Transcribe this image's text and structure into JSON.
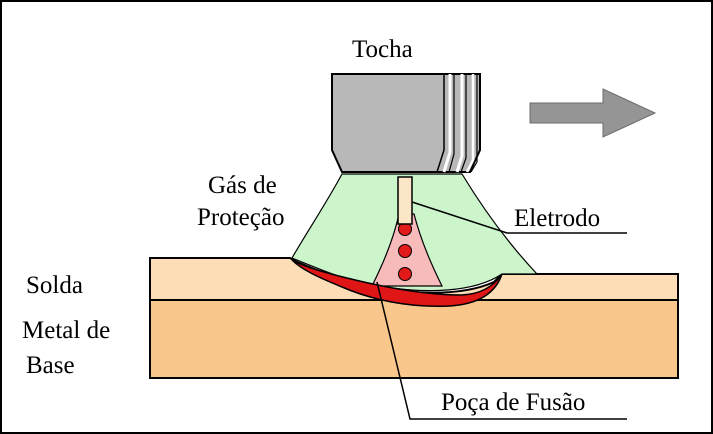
{
  "labels": {
    "torch": "Tocha",
    "shield_gas_line1": "Gás de",
    "shield_gas_line2": "Proteção",
    "electrode": "Eletrodo",
    "weld": "Solda",
    "base_metal_line1": "Metal de",
    "base_metal_line2": "Base",
    "weld_pool": "Poça de Fusão"
  },
  "icons": {
    "direction": "arrow-right-icon"
  },
  "colors": {
    "weld_bead": "#FDDDB6",
    "base_metal": "#F9C78B",
    "shield_gas": "#CCF5CC",
    "arc": "#F8BBBB",
    "droplet": "#E21A1A",
    "weld_pool": "#E01515",
    "torch": "#B8B8B8",
    "arrow": "#959595"
  }
}
